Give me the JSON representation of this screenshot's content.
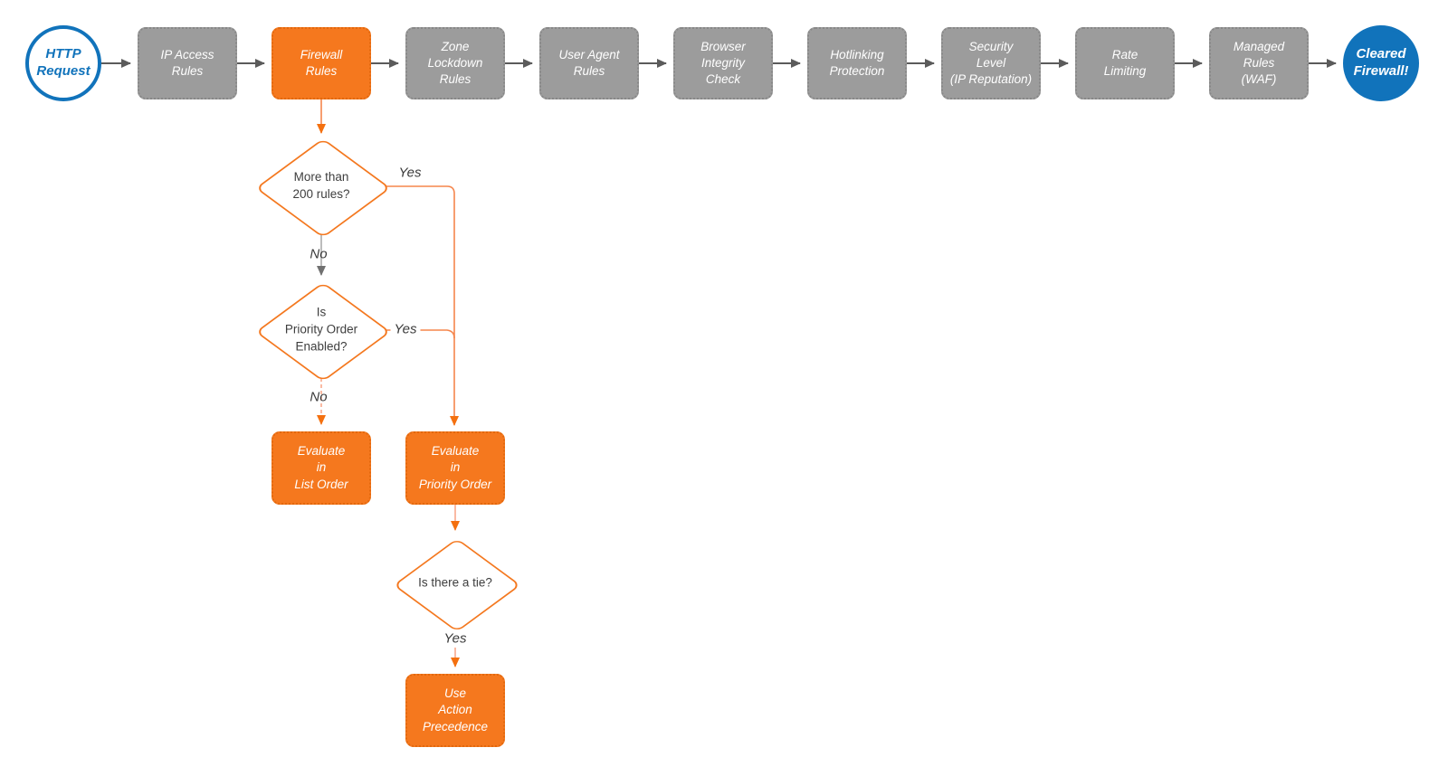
{
  "pipeline": {
    "start": {
      "label": "HTTP\nRequest"
    },
    "stages": [
      {
        "label": "IP Access\nRules"
      },
      {
        "label": "Firewall\nRules",
        "highlighted": true
      },
      {
        "label": "Zone\nLockdown\nRules"
      },
      {
        "label": "User Agent\nRules"
      },
      {
        "label": "Browser\nIntegrity\nCheck"
      },
      {
        "label": "Hotlinking\nProtection"
      },
      {
        "label": "Security\nLevel\n(IP Reputation)"
      },
      {
        "label": "Rate\nLimiting"
      },
      {
        "label": "Managed\nRules\n(WAF)"
      }
    ],
    "end": {
      "label": "Cleared\nFirewall!"
    }
  },
  "firewall_branch": {
    "decisions": [
      {
        "label": "More than\n200 rules?"
      },
      {
        "label": "Is\nPriority Order\nEnabled?"
      },
      {
        "label": "Is there a tie?"
      }
    ],
    "processes": [
      {
        "label": "Evaluate\nin\nList Order"
      },
      {
        "label": "Evaluate\nin\nPriority Order"
      },
      {
        "label": "Use\nAction\nPrecedence"
      }
    ],
    "edge_labels": {
      "d1_yes": "Yes",
      "d1_no": "No",
      "d2_yes": "Yes",
      "d2_no": "No",
      "d3_yes": "Yes"
    }
  },
  "colors": {
    "accent_orange": "#F5781E",
    "stage_gray": "#9C9C9C",
    "accent_blue": "#1173BB",
    "arrow_gray": "#5B5B5B"
  }
}
